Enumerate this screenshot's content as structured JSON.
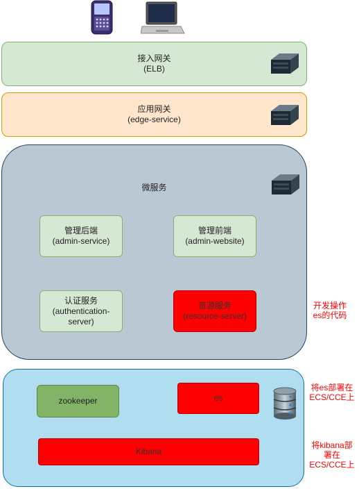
{
  "layers": {
    "elb": {
      "title": "接入网关",
      "subtitle": "(ELB)"
    },
    "edge": {
      "title": "应用网关",
      "subtitle": "(edge-service)"
    },
    "micro": {
      "title": "微服务"
    }
  },
  "services": {
    "admin_service": {
      "title": "管理后端",
      "subtitle": "(admin-service)"
    },
    "admin_website": {
      "title": "管理前端",
      "subtitle": "(admin-website)"
    },
    "auth_server": {
      "line1": "认证服务",
      "line2": "(authentication-",
      "line3": "server)"
    },
    "resource_server": {
      "title": "资源服务",
      "subtitle": "(resource-server)"
    }
  },
  "infra": {
    "zookeeper": "zookeeper",
    "es": "es",
    "kibana": "Kibana"
  },
  "notes": {
    "dev_es": [
      "开发操作",
      "es的代码"
    ],
    "es_deploy": [
      "将es部署在",
      "ECS/CCE上"
    ],
    "kibana_deploy": [
      "将kibana部",
      "署在",
      "ECS/CCE上"
    ]
  },
  "icons": {
    "phone": "phone-icon",
    "laptop": "laptop-icon",
    "server": "server-icon",
    "database": "database-icon"
  },
  "colors": {
    "green_fill": "#d5e8d4",
    "orange_fill": "#ffe6cc",
    "slate_fill": "#bac8d3",
    "blue_fill": "#b1ddf0",
    "red": "#ff0000",
    "zookeeper_green": "#82b366"
  }
}
